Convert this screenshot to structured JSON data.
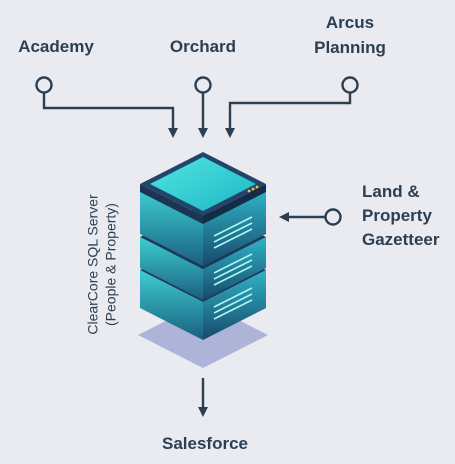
{
  "sources": {
    "academy": "Academy",
    "orchard": "Orchard",
    "arcus_line1": "Arcus",
    "arcus_line2": "Planning"
  },
  "side_source": {
    "line1": "Land &",
    "line2": "Property",
    "line3": "Gazetteer"
  },
  "server": {
    "line1": "ClearCore SQL Server",
    "line2": "(People & Property)"
  },
  "output": {
    "label": "Salesforce"
  },
  "colors": {
    "background": "#e9ebf0",
    "ink": "#2c3f52",
    "server_top": "#3fd8d8",
    "server_body": "#2b5c7e",
    "server_dark": "#1f3a5a",
    "shadow": "#9aa2c8"
  }
}
